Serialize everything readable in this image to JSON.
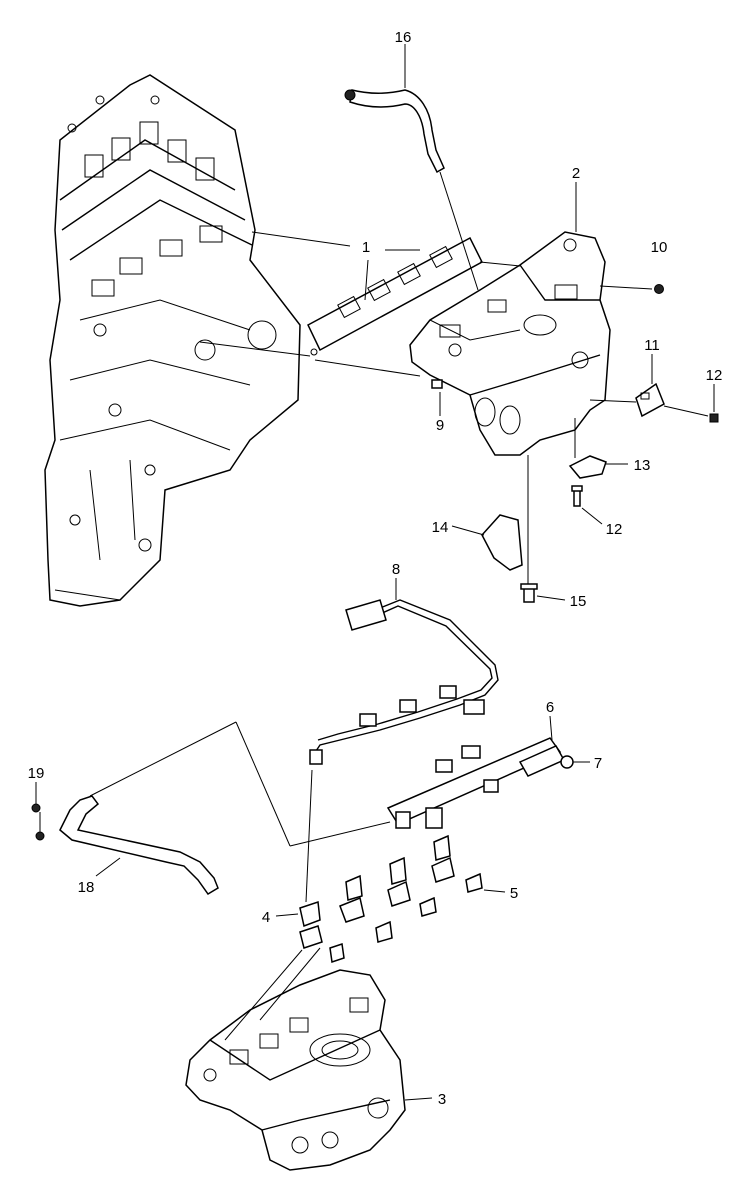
{
  "callouts": {
    "c1": "1",
    "c2": "2",
    "c3": "3",
    "c4": "4",
    "c5": "5",
    "c6": "6",
    "c7": "7",
    "c8": "8",
    "c9": "9",
    "c10": "10",
    "c11": "11",
    "c12a": "12",
    "c12b": "12",
    "c13": "13",
    "c14": "14",
    "c15": "15",
    "c16": "16",
    "c18": "18",
    "c19": "19"
  }
}
